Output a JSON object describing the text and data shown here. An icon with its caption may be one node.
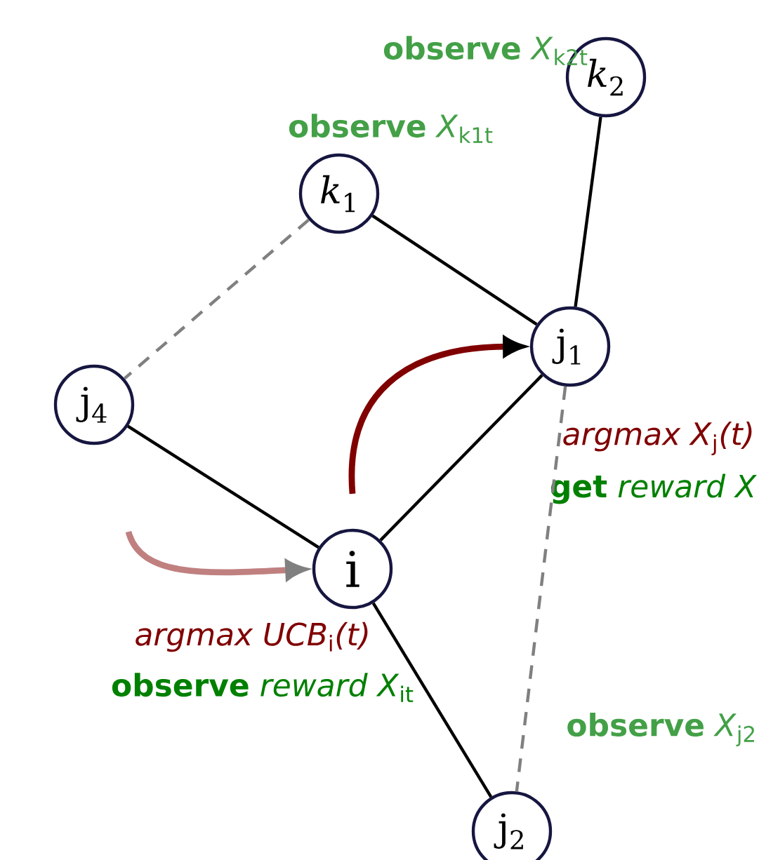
{
  "diagram": {
    "nodes": [
      {
        "text": [
          "*k*$_{2}$"
        ],
        "beside": [
          "**observe** *X*$_{k2t}$"
        ]
      },
      {
        "text": [
          "*k*$_{1}$"
        ],
        "beside": [
          "**observe** *X*$_{k1t}$"
        ]
      },
      {
        "text": [
          "j$_{1}$"
        ],
        "beside": [
          "*argmax X*$_{j}$*(t)*",
          "**get** *reward X*"
        ]
      },
      {
        "text": [
          "j$_{4}$"
        ]
      },
      {
        "text": [
          "i"
        ],
        "beside": [
          "*argmax UCB*$_{i}$*(t)*",
          "**observe** *reward X*$_{it}$"
        ]
      },
      {
        "text": [
          "j$_{2}$"
        ],
        "beside": [
          "**observe** *X*$_{j2}$"
        ]
      }
    ],
    "edges": [
      {
        "from": 0,
        "to": 2,
        "arrow": "none"
      },
      {
        "from": 1,
        "to": 2,
        "arrow": "none"
      },
      {
        "from": 1,
        "to": 3,
        "arrow": "none",
        "style": "dashed",
        "color": "#808080"
      },
      {
        "from": 3,
        "to": 4,
        "arrow": "none"
      },
      {
        "from": 2,
        "to": 4,
        "arrow": "none"
      },
      {
        "from": 2,
        "to": 5,
        "arrow": "none",
        "style": "dashed",
        "color": "#808080"
      },
      {
        "from": 4,
        "to": 5,
        "arrow": "none"
      },
      {
        "from": 4,
        "to": 2,
        "arrow": "to",
        "style": "thick",
        "color": "#800000"
      },
      {
        "from": null,
        "to": 4,
        "arrow": "to",
        "style": "thick",
        "color": "#c08080"
      }
    ]
  }
}
